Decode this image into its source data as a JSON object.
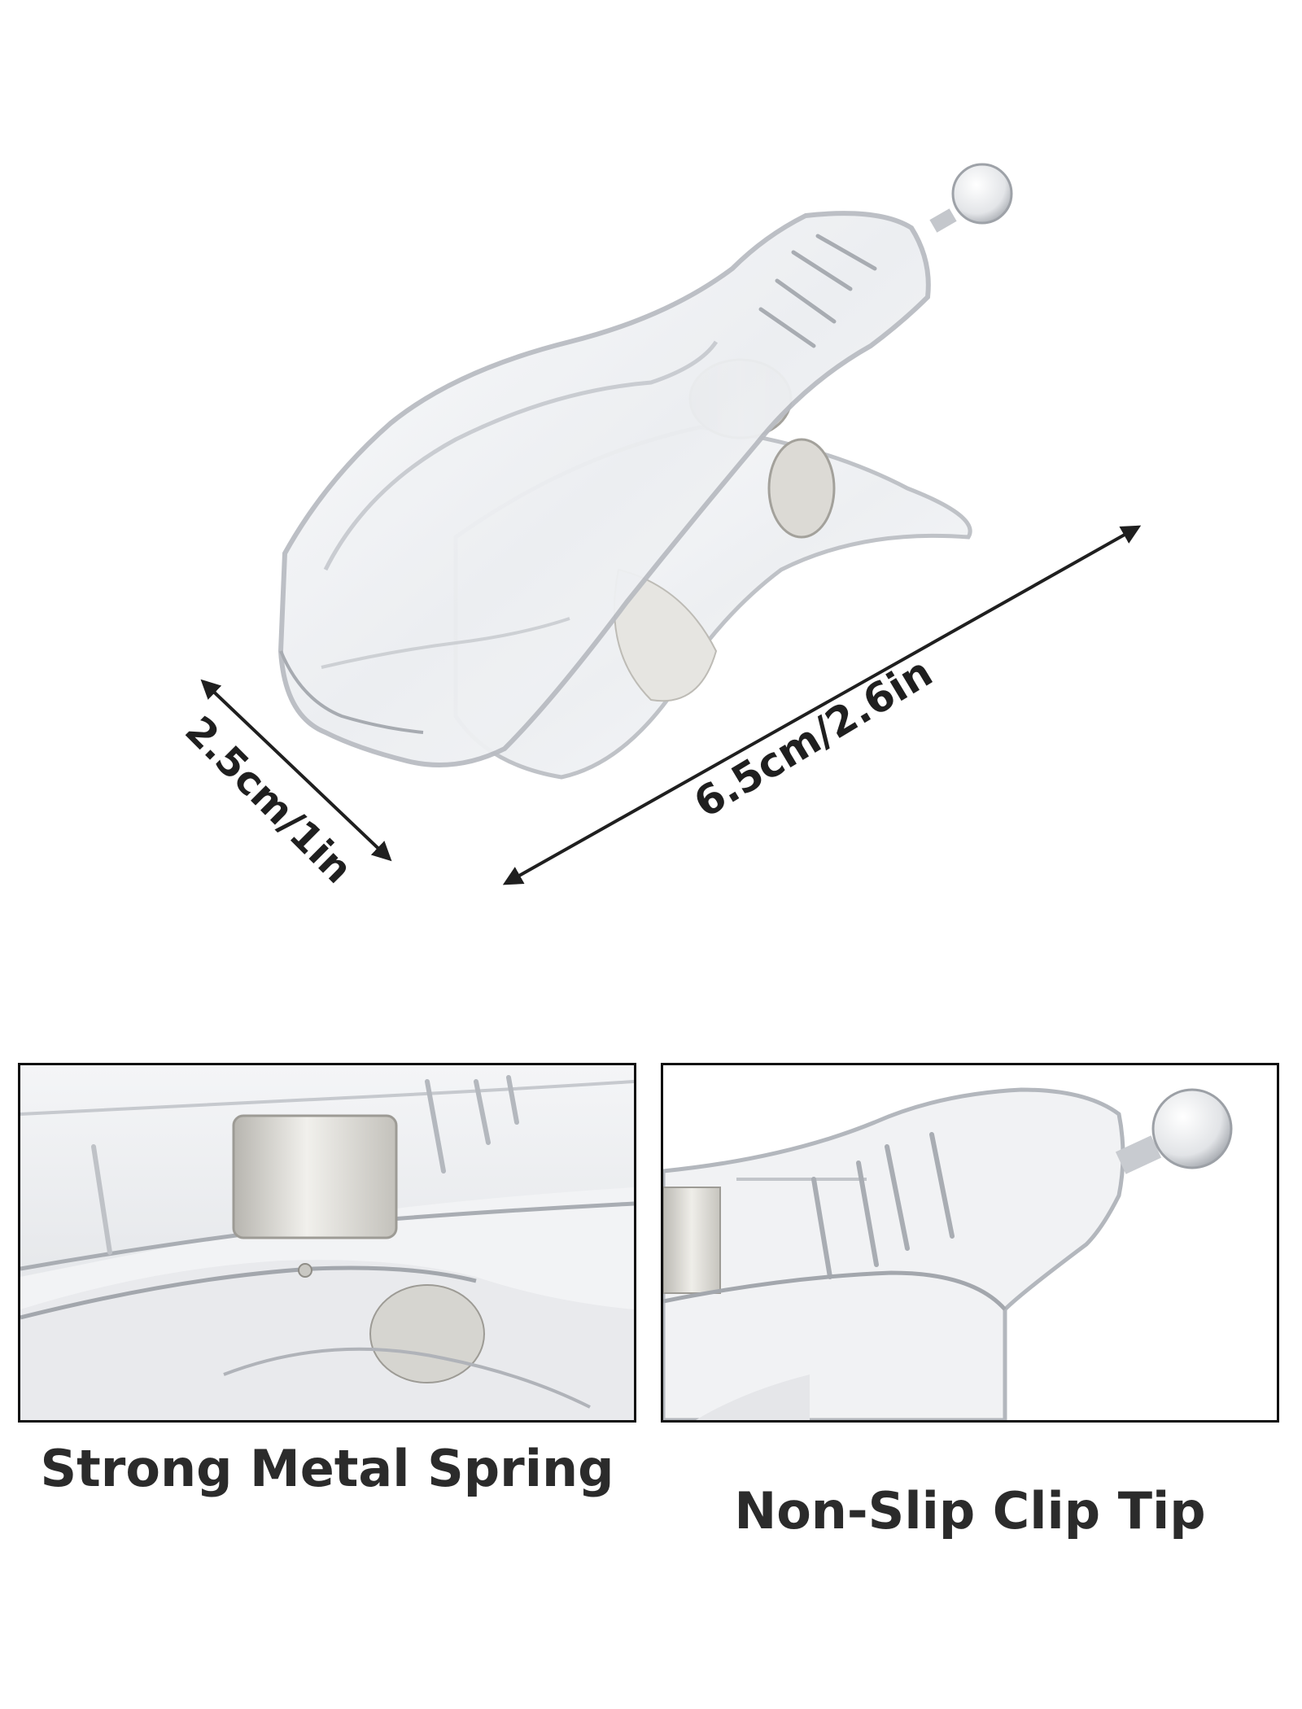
{
  "dimensions": {
    "width_label": "2.5cm/1in",
    "length_label": "6.5cm/2.6in"
  },
  "features": [
    {
      "caption": "Strong Metal Spring",
      "image": "metal-spring-closeup"
    },
    {
      "caption": "Non-Slip Clip Tip",
      "image": "ball-tip-closeup"
    }
  ],
  "colors": {
    "text": "#2b2b2b",
    "arrow": "#1f1f1f",
    "frame": "#111111",
    "plastic_edge": "#b9bcc2",
    "metal": "#d8d6d0"
  }
}
